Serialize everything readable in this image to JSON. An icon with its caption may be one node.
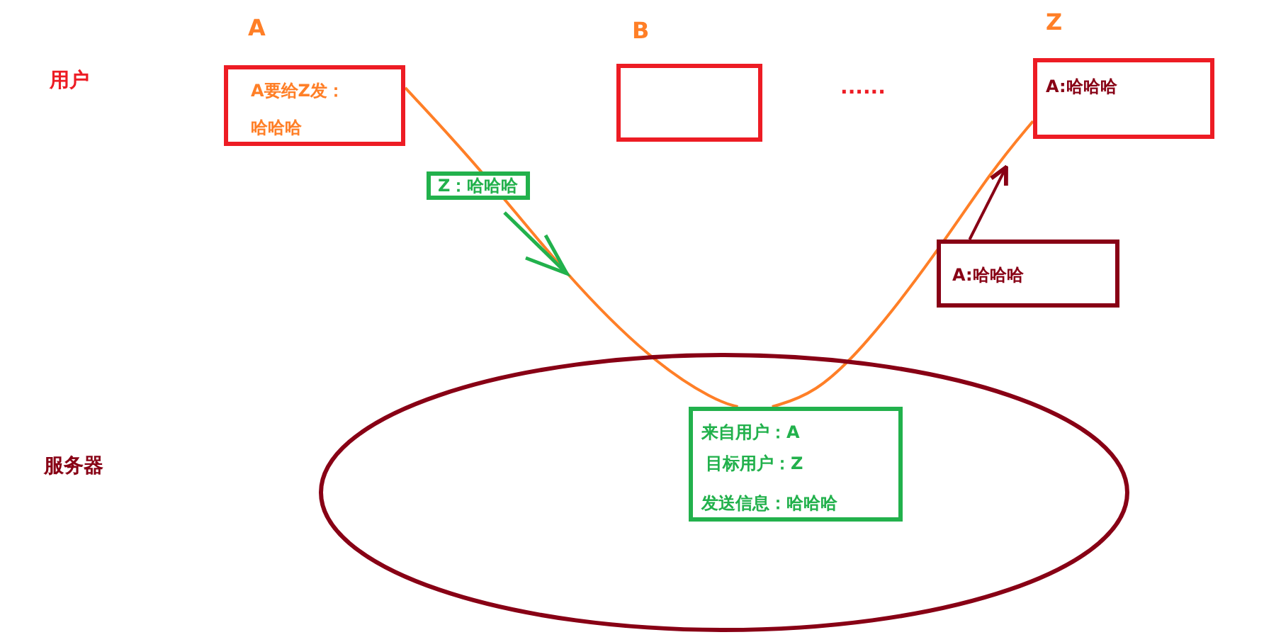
{
  "diagram": {
    "nodes": [
      {
        "text": [
          "A要给Z发：",
          "哈哈哈"
        ],
        "beside": [
          "A"
        ]
      },
      {
        "text": [],
        "shape": "box",
        "beside": [
          "B"
        ]
      },
      {
        "text": [
          "A:哈哈哈"
        ],
        "beside": [
          "Z"
        ]
      },
      {
        "text": [
          "A:哈哈哈"
        ]
      },
      {
        "text": [],
        "shape": "ellipse"
      },
      {
        "text": [
          "来自用户：A",
          "目标用户：Z",
          "发送信息：哈哈哈"
        ],
        "in": 4
      }
    ],
    "edges": [
      {
        "from": 0,
        "to": 5,
        "arrow": "none",
        "label": "Z：哈哈哈"
      },
      {
        "from": 5,
        "to": 2,
        "arrow": "none"
      },
      {
        "from": 3,
        "to": 2,
        "arrow": "to",
        "color": "#880015"
      }
    ],
    "labels": [
      "用户",
      "......",
      "服务器"
    ]
  }
}
